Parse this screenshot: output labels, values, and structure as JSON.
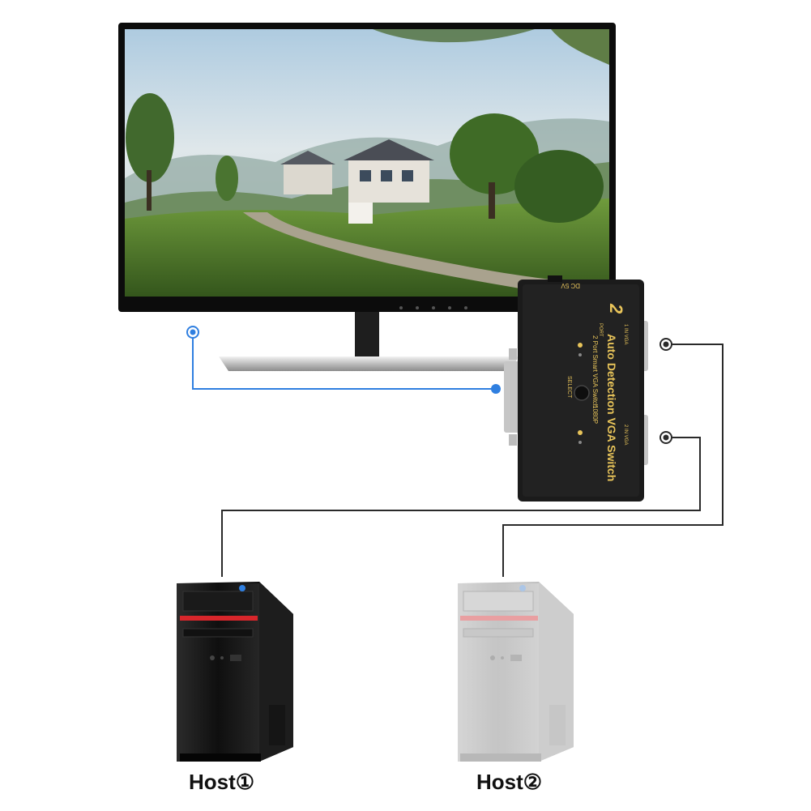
{
  "switch_device": {
    "port_count": "2",
    "port_word": "PORT",
    "title": "Auto Detection VGA Switch",
    "subtitle": "2 Port Smart VGA Switch",
    "resolution_badge": "1080P",
    "select_label": "SELECT",
    "power_label": "DC 5V",
    "port1_label": "1 IN VGA",
    "port2_label": "2 IN VGA"
  },
  "hosts": [
    {
      "label": "Host①"
    },
    {
      "label": "Host②"
    }
  ],
  "colors": {
    "monitor_link": "#2f7fe0",
    "host_cable": "#2a2a2a",
    "switch_body": "#1b1b1b",
    "switch_text": "#e8c45a",
    "host1_case": "#161616",
    "host2_case": "#c9c9c9",
    "accent_red": "#d8262b"
  },
  "icons": [
    "monitor-icon",
    "vga-switch-icon",
    "pc-tower-icon"
  ]
}
